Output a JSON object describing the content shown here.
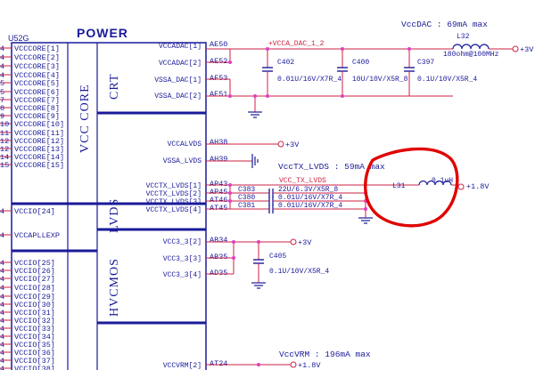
{
  "part": {
    "ref": "U52G",
    "title": "POWER"
  },
  "groups": {
    "vcc_core": "VCC CORE",
    "crt": "CRT",
    "lvds": "LVDS",
    "hvcmos": "HVCMOS"
  },
  "left_pins": [
    {
      "pin": "4",
      "name": "VCCCORE[1]"
    },
    {
      "pin": "4",
      "name": "VCCCORE[2]"
    },
    {
      "pin": "4",
      "name": "VCCCORE[3]"
    },
    {
      "pin": "4",
      "name": "VCCCORE[4]"
    },
    {
      "pin": "5",
      "name": "VCCCORE[5]"
    },
    {
      "pin": "5",
      "name": "VCCCORE[6]"
    },
    {
      "pin": "7",
      "name": "VCCCORE[7]"
    },
    {
      "pin": "8",
      "name": "VCCCORE[8]"
    },
    {
      "pin": "9",
      "name": "VCCCORE[9]"
    },
    {
      "pin": "10",
      "name": "VCCCORE[10]"
    },
    {
      "pin": "11",
      "name": "VCCCORE[11]"
    },
    {
      "pin": "12",
      "name": "VCCCORE[12]"
    },
    {
      "pin": "12",
      "name": "VCCCORE[13]"
    },
    {
      "pin": "14",
      "name": "VCCCORE[14]"
    },
    {
      "pin": "15",
      "name": "VCCCORE[15]"
    },
    {
      "pin": "4",
      "name": "VCCIO[24]"
    },
    {
      "pin": "4",
      "name": "VCCAPLLEXP"
    },
    {
      "pin": "4",
      "name": "VCCIO[25]"
    },
    {
      "pin": "4",
      "name": "VCCIO[26]"
    },
    {
      "pin": "4",
      "name": "VCCIO[27]"
    },
    {
      "pin": "4",
      "name": "VCCIO[28]"
    },
    {
      "pin": "4",
      "name": "VCCIO[29]"
    },
    {
      "pin": "4",
      "name": "VCCIO[30]"
    },
    {
      "pin": "4",
      "name": "VCCIO[31]"
    },
    {
      "pin": "4",
      "name": "VCCIO[32]"
    },
    {
      "pin": "4",
      "name": "VCCIO[33]"
    },
    {
      "pin": "4",
      "name": "VCCIO[34]"
    },
    {
      "pin": "4",
      "name": "VCCIO[35]"
    },
    {
      "pin": "4",
      "name": "VCCIO[36]"
    },
    {
      "pin": "4",
      "name": "VCCIO[37]"
    },
    {
      "pin": "4",
      "name": "VCCIO[38]"
    }
  ],
  "right_pins": [
    {
      "name": "VCCADAC[1]",
      "ball": "AE50"
    },
    {
      "name": "VCCADAC[2]",
      "ball": "AE52"
    },
    {
      "name": "VSSA_DAC[1]",
      "ball": "AF53"
    },
    {
      "name": "VSSA_DAC[2]",
      "ball": "AE51"
    },
    {
      "name": "VCCALVDS",
      "ball": "AH38"
    },
    {
      "name": "VSSA_LVDS",
      "ball": "AH39"
    },
    {
      "name": "VCCTX_LVDS[1]",
      "ball": "AP43"
    },
    {
      "name": "VCCTX_LVDS[2]",
      "ball": "AP45"
    },
    {
      "name": "VCCTX_LVDS[3]",
      "ball": "AT46"
    },
    {
      "name": "VCCTX_LVDS[4]",
      "ball": "AT45"
    },
    {
      "name": "VCC3_3[2]",
      "ball": "AB34"
    },
    {
      "name": "VCC3_3[3]",
      "ball": "AB35"
    },
    {
      "name": "VCC3_3[4]",
      "ball": "AD35"
    },
    {
      "name": "VCCVRM[2]",
      "ball": "AT24"
    }
  ],
  "nets": {
    "vcca_dac": "+VCCA_DAC_1_2",
    "vcctx_lvds": "VCC_TX_LVDS",
    "p3v": "+3V",
    "p1v8": "+1.8V"
  },
  "notes": {
    "vccdac": "VccDAC : 69mA max",
    "vcctx": "VccTX_LVDS : 59mA max",
    "vccvrm": "VccVRM : 196mA max"
  },
  "caps_dac": [
    {
      "ref": "C402",
      "value": "0.01U/16V/X7R_4"
    },
    {
      "ref": "C400",
      "value": "10U/10V/X5R_8"
    },
    {
      "ref": "C397",
      "value": "0.1U/10V/X5R_4"
    }
  ],
  "inductor_dac": {
    "ref": "L32",
    "value": "180ohm@100MHz"
  },
  "caps_lvds": [
    {
      "ref": "C383",
      "value": "22U/6.3V/X5R_8"
    },
    {
      "ref": "C380",
      "value": "0.01U/16V/X7R_4"
    },
    {
      "ref": "C381",
      "value": "0.01U/16V/X7R_4"
    }
  ],
  "inductor_lvds": {
    "ref": "L31",
    "value": "0.1uH"
  },
  "cap_hvcmos": {
    "ref": "C405",
    "value": "0.1U/10V/X5R_4"
  },
  "colors": {
    "body": "#1a1a9a",
    "wire": "#cc2244",
    "junction": "#e040c0",
    "annotation": "#e00000"
  }
}
